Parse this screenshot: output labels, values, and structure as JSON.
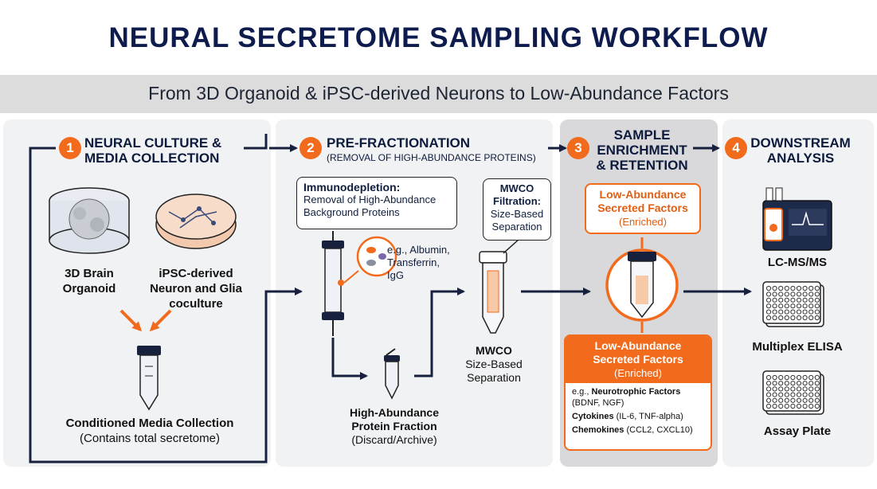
{
  "title": "NEURAL SECRETOME SAMPLING WORKFLOW",
  "subtitle": "From 3D Organoid & iPSC-derived Neurons to Low-Abundance Factors",
  "steps": [
    {
      "num": "1",
      "title_l1": "NEURAL CULTURE &",
      "title_l2": "MEDIA COLLECTION"
    },
    {
      "num": "2",
      "title_l1": "PRE-FRACTIONATION",
      "title_l2": "(REMOVAL OF HIGH-ABUNDANCE PROTEINS)"
    },
    {
      "num": "3",
      "title_l1": "SAMPLE",
      "title_l2": "ENRICHMENT",
      "title_l3": "& RETENTION"
    },
    {
      "num": "4",
      "title_l1": "DOWNSTREAM",
      "title_l2": "ANALYSIS"
    }
  ],
  "step1": {
    "organoid_l1": "3D Brain",
    "organoid_l2": "Organoid",
    "ipsc_l1": "iPSC-derived",
    "ipsc_l2": "Neuron and Glia",
    "ipsc_l3": "coculture",
    "media_l1": "Conditioned Media Collection",
    "media_l2": "(Contains total secretome)"
  },
  "step2": {
    "immuno_title": "Immunodepletion:",
    "immuno_l1": "Removal of High-Abundance",
    "immuno_l2": "Background Proteins",
    "eg_l1": "e.g., Albumin,",
    "eg_l2": "Transferrin,",
    "eg_l3": "IgG",
    "mwco_box_l1": "MWCO",
    "mwco_box_l2": "Filtration:",
    "mwco_box_l3": "Size-Based",
    "mwco_box_l4": "Separation",
    "fraction_l1": "High-Abundance",
    "fraction_l2": "Protein Fraction",
    "fraction_l3": "(Discard/Archive)",
    "mwco_l1": "MWCO",
    "mwco_l2": "Size-Based",
    "mwco_l3": "Separation"
  },
  "step3": {
    "top_l1": "Low-Abundance",
    "top_l2": "Secreted Factors",
    "top_l3": "(Enriched)",
    "bot_l1": "Low-Abundance",
    "bot_l2": "Secreted Factors",
    "bot_l3": "(Enriched)",
    "eg_prefix": "e.g., ",
    "neuro": "Neurotrophic Factors",
    "neuro_sub": "(BDNF, NGF)",
    "cyto": "Cytokines",
    "cyto_sub": " (IL-6, TNF-alpha)",
    "chemo": "Chemokines",
    "chemo_sub": " (CCL2, CXCL10)"
  },
  "step4": {
    "lcms": "LC-MS/MS",
    "elisa": "Multiplex ELISA",
    "plate": "Assay Plate"
  },
  "colors": {
    "accent": "#f26a1b",
    "navy": "#0d1b4d",
    "arrow": "#17213d"
  }
}
